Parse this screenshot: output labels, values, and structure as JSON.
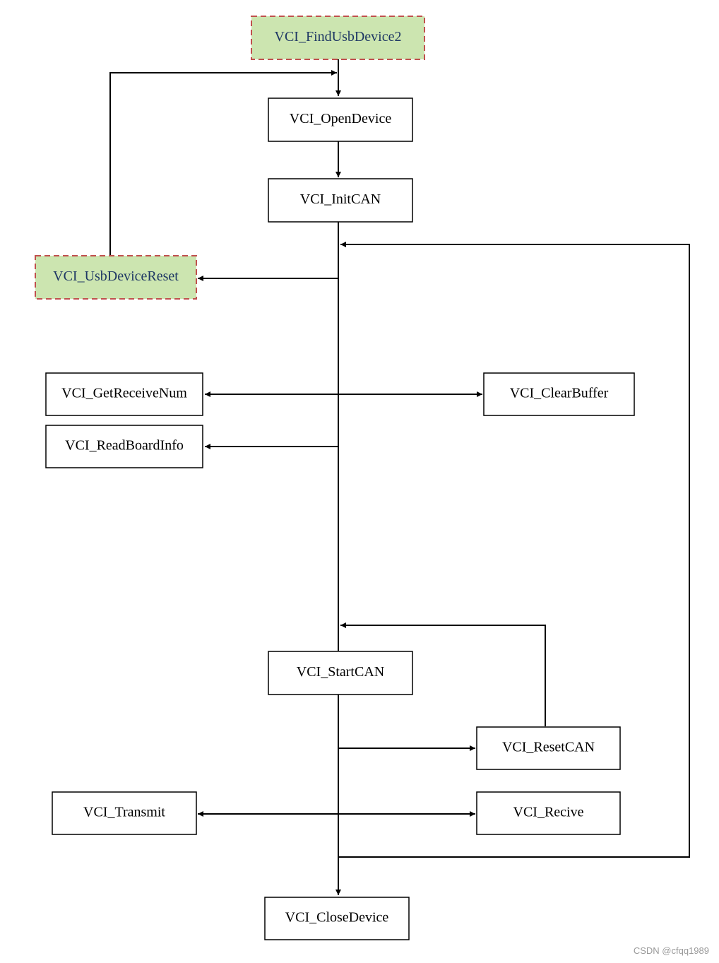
{
  "colors": {
    "line": "#000000",
    "box_border": "#000000",
    "box_fill": "#ffffff",
    "highlight_fill": "#cce5b0",
    "highlight_border": "#c0504d",
    "highlight_text": "#1f3864",
    "text": "#000000"
  },
  "nodes": {
    "find_usb_device2": "VCI_FindUsbDevice2",
    "open_device": "VCI_OpenDevice",
    "init_can": "VCI_InitCAN",
    "usb_device_reset": "VCI_UsbDeviceReset",
    "get_receive_num": "VCI_GetReceiveNum",
    "clear_buffer": "VCI_ClearBuffer",
    "read_board_info": "VCI_ReadBoardInfo",
    "start_can": "VCI_StartCAN",
    "reset_can": "VCI_ResetCAN",
    "transmit": "VCI_Transmit",
    "recive": "VCI_Recive",
    "close_device": "VCI_CloseDevice"
  },
  "watermark": "CSDN @cfqq1989"
}
